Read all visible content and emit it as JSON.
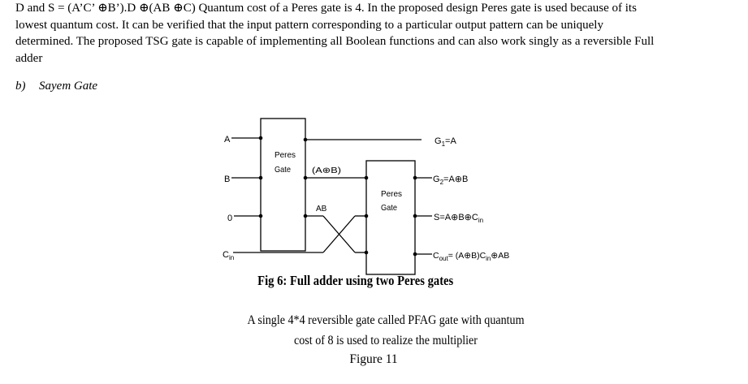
{
  "paragraph": {
    "lines": [
      "D and S = (A’C’ ⊕B’).D ⊕(AB ⊕C) Quantum cost of a Peres gate is 4. In the proposed design Peres gate is used because of its",
      "lowest quantum cost. It can be verified that the input pattern corresponding to a particular output pattern can be uniquely",
      "determined. The proposed TSG gate is capable of implementing all Boolean functions and can also work singly as a reversible Full",
      "adder"
    ]
  },
  "section": {
    "number": "b)",
    "title": "Sayem Gate"
  },
  "figure": {
    "inputs": {
      "a": "A",
      "b": "B",
      "zero": "0",
      "cin": "C",
      "cin_sub": "in"
    },
    "gate1": {
      "line1": "Peres",
      "line2": "Gate"
    },
    "gate2": {
      "line1": "Peres",
      "line2": "Gate"
    },
    "mid_labels": {
      "aob": "(A⊕B)",
      "ab": "AB"
    },
    "outputs": {
      "g1": {
        "main": "G",
        "sub": "1",
        "rest": "=A"
      },
      "g2": {
        "main": "G",
        "sub": "2",
        "rest": "=A⊕B"
      },
      "s": {
        "main": "S=A⊕B⊕C",
        "sub": "in"
      },
      "cout": {
        "main": "C",
        "sub": "out",
        "rest1": "= (A⊕B)C",
        "sub2": "in",
        "rest2": "⊕AB"
      }
    },
    "caption": "Fig 6: Full adder using two Peres gates",
    "note_line1": "A single 4*4 reversible gate called PFAG gate with quantum",
    "note_line2": "cost of 8 is used to realize the multiplier",
    "figure_label": "Figure 11"
  }
}
